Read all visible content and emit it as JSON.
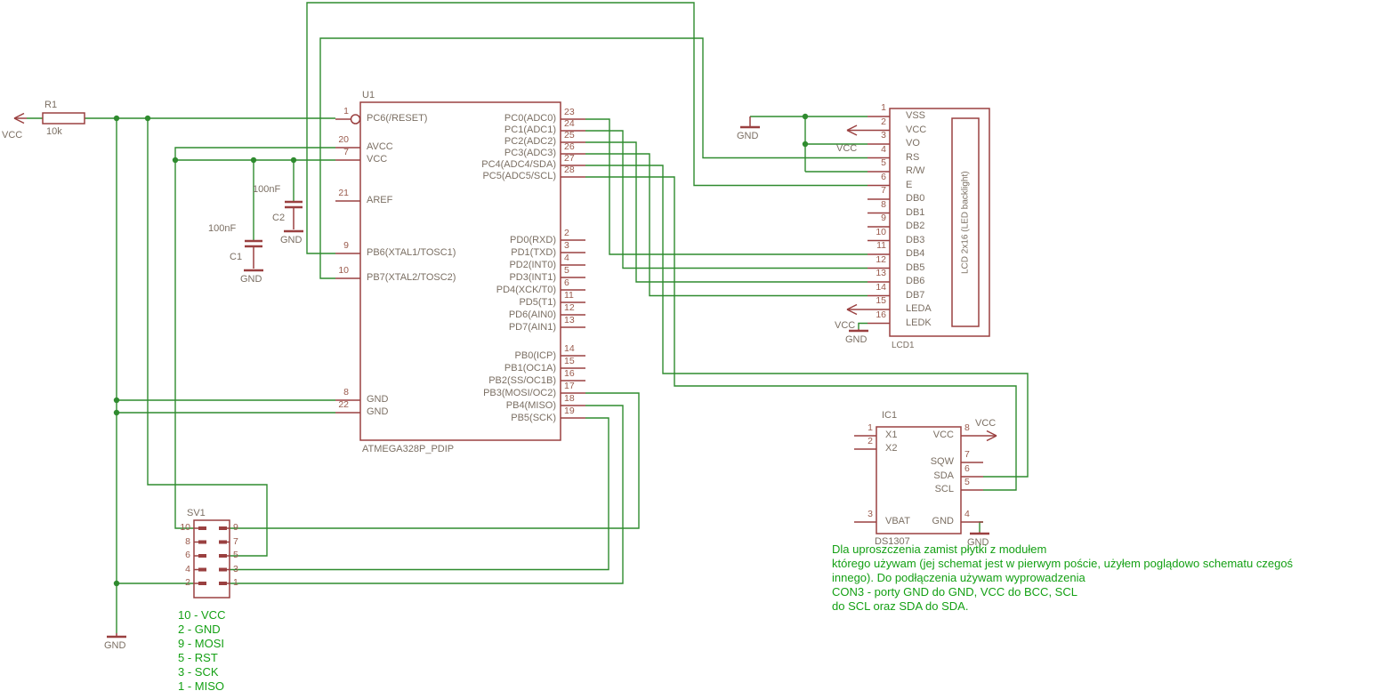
{
  "colors": {
    "bg": "#ffffff",
    "symbol": "#9a4040",
    "wire": "#2f8b2f",
    "label": "#7b6f63",
    "pin_number": "#9a5a4c",
    "note": "#14a014"
  },
  "power": {
    "vcc": "VCC",
    "gnd": "GND"
  },
  "r1": {
    "name": "R1",
    "value": "10k"
  },
  "c1": {
    "name": "C1",
    "value": "100nF"
  },
  "c2": {
    "name": "C2",
    "value": "100nF"
  },
  "u1": {
    "name": "U1",
    "value": "ATMEGA328P_PDIP",
    "left_pins": [
      {
        "num": "1",
        "name": "PC6(/RESET)"
      },
      {
        "num": "20",
        "name": "AVCC"
      },
      {
        "num": "7",
        "name": "VCC"
      },
      {
        "num": "21",
        "name": "AREF"
      },
      {
        "num": "9",
        "name": "PB6(XTAL1/TOSC1)"
      },
      {
        "num": "10",
        "name": "PB7(XTAL2/TOSC2)"
      },
      {
        "num": "8",
        "name": "GND"
      },
      {
        "num": "22",
        "name": "GND"
      }
    ],
    "right_pins_a": [
      {
        "num": "23",
        "name": "PC0(ADC0)"
      },
      {
        "num": "24",
        "name": "PC1(ADC1)"
      },
      {
        "num": "25",
        "name": "PC2(ADC2)"
      },
      {
        "num": "26",
        "name": "PC3(ADC3)"
      },
      {
        "num": "27",
        "name": "PC4(ADC4/SDA)"
      },
      {
        "num": "28",
        "name": "PC5(ADC5/SCL)"
      }
    ],
    "right_pins_b": [
      {
        "num": "2",
        "name": "PD0(RXD)"
      },
      {
        "num": "3",
        "name": "PD1(TXD)"
      },
      {
        "num": "4",
        "name": "PD2(INT0)"
      },
      {
        "num": "5",
        "name": "PD3(INT1)"
      },
      {
        "num": "6",
        "name": "PD4(XCK/T0)"
      },
      {
        "num": "11",
        "name": "PD5(T1)"
      },
      {
        "num": "12",
        "name": "PD6(AIN0)"
      },
      {
        "num": "13",
        "name": "PD7(AIN1)"
      }
    ],
    "right_pins_c": [
      {
        "num": "14",
        "name": "PB0(ICP)"
      },
      {
        "num": "15",
        "name": "PB1(OC1A)"
      },
      {
        "num": "16",
        "name": "PB2(SS/OC1B)"
      },
      {
        "num": "17",
        "name": "PB3(MOSI/OC2)"
      },
      {
        "num": "18",
        "name": "PB4(MISO)"
      },
      {
        "num": "19",
        "name": "PB5(SCK)"
      }
    ]
  },
  "lcd": {
    "name": "LCD1",
    "display_label": "LCD 2x16 (LED backlight)",
    "pins": [
      {
        "num": "1",
        "name": "VSS"
      },
      {
        "num": "2",
        "name": "VCC"
      },
      {
        "num": "3",
        "name": "VO"
      },
      {
        "num": "4",
        "name": "RS"
      },
      {
        "num": "5",
        "name": "R/W"
      },
      {
        "num": "6",
        "name": "E"
      },
      {
        "num": "7",
        "name": "DB0"
      },
      {
        "num": "8",
        "name": "DB1"
      },
      {
        "num": "9",
        "name": "DB2"
      },
      {
        "num": "10",
        "name": "DB3"
      },
      {
        "num": "11",
        "name": "DB4"
      },
      {
        "num": "12",
        "name": "DB5"
      },
      {
        "num": "13",
        "name": "DB6"
      },
      {
        "num": "14",
        "name": "DB7"
      },
      {
        "num": "15",
        "name": "LEDA"
      },
      {
        "num": "16",
        "name": "LEDK"
      }
    ]
  },
  "ic1": {
    "name": "IC1",
    "value": "DS1307",
    "left_pins": [
      {
        "num": "1",
        "name": "X1"
      },
      {
        "num": "2",
        "name": "X2"
      },
      {
        "num": "3",
        "name": "VBAT"
      }
    ],
    "right_pins": [
      {
        "num": "8",
        "name": "VCC"
      },
      {
        "num": "7",
        "name": "SQW"
      },
      {
        "num": "6",
        "name": "SDA"
      },
      {
        "num": "5",
        "name": "SCL"
      },
      {
        "num": "4",
        "name": "GND"
      }
    ]
  },
  "sv1": {
    "name": "SV1",
    "left_numbers": [
      "10",
      "8",
      "6",
      "4",
      "2"
    ],
    "right_numbers": [
      "9",
      "7",
      "5",
      "3",
      "1"
    ],
    "legend": [
      "10 - VCC",
      "2 - GND",
      "9 - MOSI",
      "5 - RST",
      "3 - SCK",
      "1 - MISO"
    ]
  },
  "note_lines": [
    "Dla uproszczenia zamist płytki z modułem",
    "którego używam (jej schemat jest w pierwym poście, użyłem poglądowo schematu czegoś",
    "innego). Do podłączenia używam wyprowadzenia",
    "CON3 - porty GND do GND, VCC do BCC, SCL",
    "do SCL oraz SDA do SDA."
  ]
}
